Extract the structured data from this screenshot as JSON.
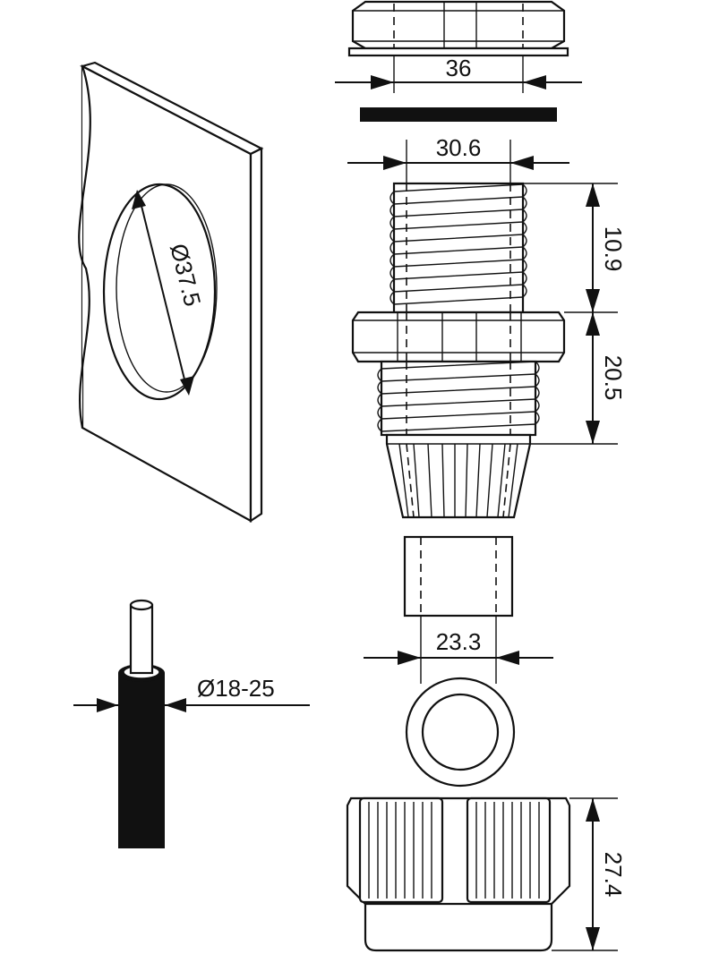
{
  "dimensions": {
    "top_nut_width": "36",
    "seal_bore": "30.6",
    "thread_length": "10.9",
    "body_height": "20.5",
    "insert_diameter": "23.3",
    "dome_cap_height": "27.4",
    "panel_hole": "Ø37.5",
    "cable_range": "Ø18-25"
  }
}
